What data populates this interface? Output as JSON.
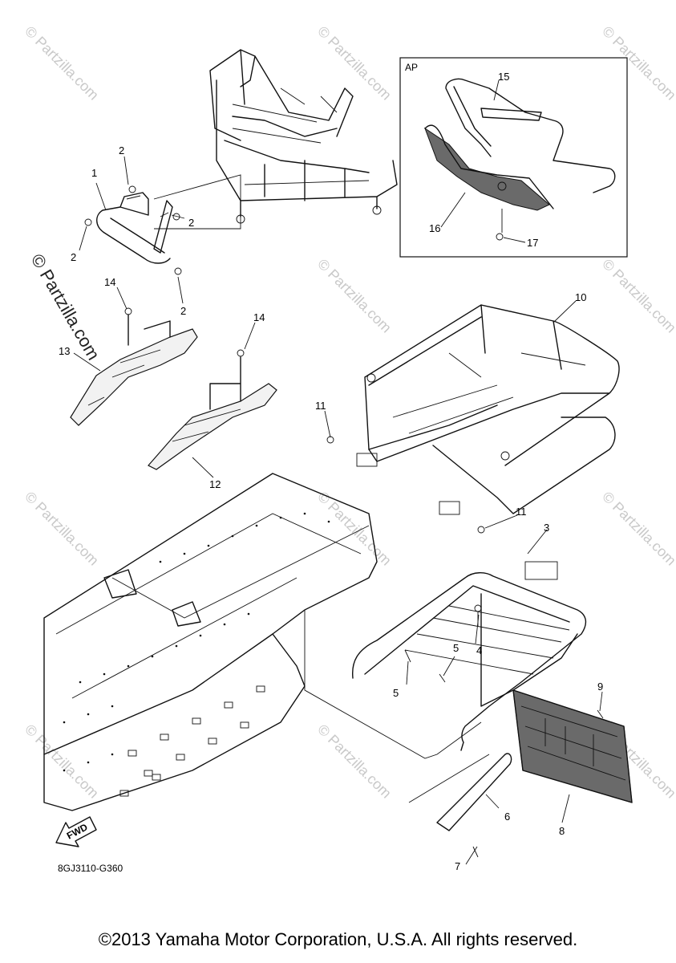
{
  "diagram": {
    "inset_label": "AP",
    "callouts": {
      "c1": "1",
      "c2a": "2",
      "c2b": "2",
      "c2c": "2",
      "c2d": "2",
      "c3": "3",
      "c4": "4",
      "c5a": "5",
      "c5b": "5",
      "c6": "6",
      "c7": "7",
      "c8": "8",
      "c9": "9",
      "c10": "10",
      "c11a": "11",
      "c11b": "11",
      "c12": "12",
      "c13": "13",
      "c14a": "14",
      "c14b": "14",
      "c15": "15",
      "c16": "16",
      "c17": "17"
    },
    "fwd_label": "FWD",
    "diagram_code": "8GJ3110-G360"
  },
  "watermark": {
    "text": "© Partzilla.com"
  },
  "footer": {
    "copyright": "©2013 Yamaha Motor Corporation, U.S.A. All rights reserved."
  },
  "colors": {
    "line": "#111111",
    "watermark": "#c9c9c9",
    "background": "#ffffff"
  }
}
